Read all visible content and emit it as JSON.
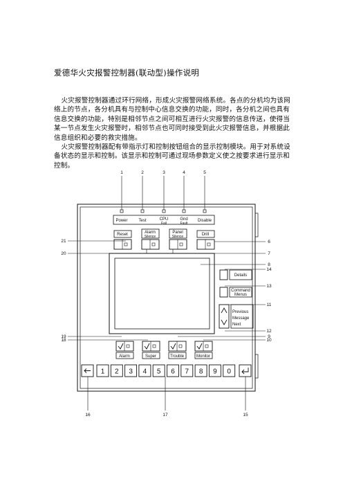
{
  "doc": {
    "title": "爱德华火灾报警控制器(联动型)操作说明",
    "paragraphs": [
      "火灾报警控制器通过环行网络，形成火灾报警网络系统。各点的分机均为该网络上的节点，各分机具有与控制中心信息交换的功能，同时，各分机之间也具有信息交换的功能，特别是相邻节点之间可相互进行火灾报警的信息传送，使得当某一节点发生火灾报警时，相邻节点也可同时接受到此火灾报警信息，并根据此信息组织和必要的救灾措施。",
      "火灾报警控制器配有带指示灯和控制按钮组合的显示控制模块。用于对系统设备状态的显示和控制。该显示和控制可通过现场参数定义使之按要求进行显示和控制。"
    ]
  },
  "panel": {
    "leds": [
      {
        "callout": "1",
        "label": "Power"
      },
      {
        "callout": "2",
        "label": "Test"
      },
      {
        "callout": "3",
        "label": "CPU",
        "label2": "Fail"
      },
      {
        "callout": "4",
        "label": "Gnd",
        "label2": "Fault"
      },
      {
        "callout": "5",
        "label": "Disable"
      }
    ],
    "buttons": {
      "reset": "Reset",
      "alarm_silence": [
        "Alarm",
        "Silence"
      ],
      "panel_silence": [
        "Panel",
        "Silence"
      ],
      "drill": "Drill",
      "details": "Details",
      "command_menus": [
        "Command",
        "Menus"
      ],
      "previous": "Previous",
      "message": "Message",
      "next": "Next",
      "alarm": "Alarm",
      "super": "Super",
      "trouble": "Trouble",
      "monitor": "Monitor"
    },
    "keypad": [
      "1",
      "2",
      "3",
      "4",
      "5",
      "6",
      "7",
      "8",
      "9",
      "0"
    ],
    "keypad_icons": {
      "back": "back-arrow-icon",
      "enter": "enter-arrow-icon"
    },
    "callouts": {
      "c21": "21",
      "c20": "20",
      "c6": "6",
      "c7": "7",
      "c8": "8",
      "c14": "14",
      "c13": "13",
      "c11": "11",
      "c12": "12",
      "c19": "19",
      "c18": "18",
      "c9": "9",
      "c10": "10",
      "c16": "16",
      "c17": "17",
      "c15": "15"
    }
  }
}
